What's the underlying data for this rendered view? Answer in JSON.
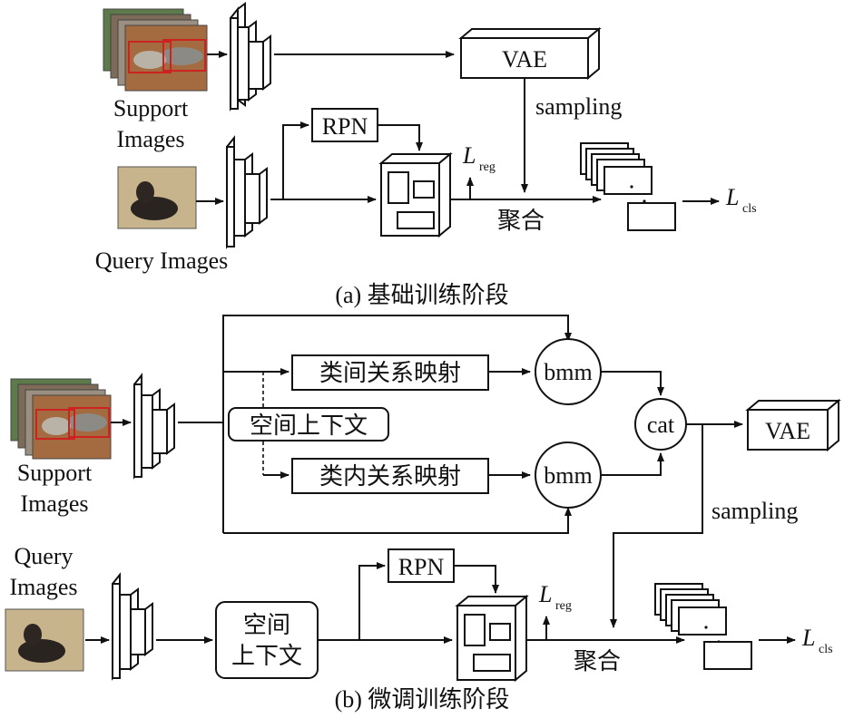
{
  "top": {
    "support_label": [
      "Support",
      "Images"
    ],
    "query_label": "Query Images",
    "vae": "VAE",
    "sampling": "sampling",
    "rpn": "RPN",
    "aggregate": "聚合",
    "l_reg": "L",
    "reg_sub": "reg",
    "l_cls": "L",
    "cls_sub": "cls",
    "caption": "(a) 基础训练阶段"
  },
  "bottom": {
    "support_label": [
      "Support",
      "Images"
    ],
    "query_label": [
      "Query",
      "Images"
    ],
    "inter_class": "类间关系映射",
    "intra_class": "类内关系映射",
    "spatial_context": "空间上下文",
    "spatial_context_2": [
      "空间",
      "上下文"
    ],
    "bmm_top": "bmm",
    "bmm_bottom": "bmm",
    "cat": "cat",
    "vae": "VAE",
    "sampling": "sampling",
    "rpn": "RPN",
    "aggregate": "聚合",
    "l_reg": "L",
    "reg_sub": "reg",
    "l_cls": "L",
    "cls_sub": "cls",
    "caption": "(b) 微调训练阶段"
  }
}
